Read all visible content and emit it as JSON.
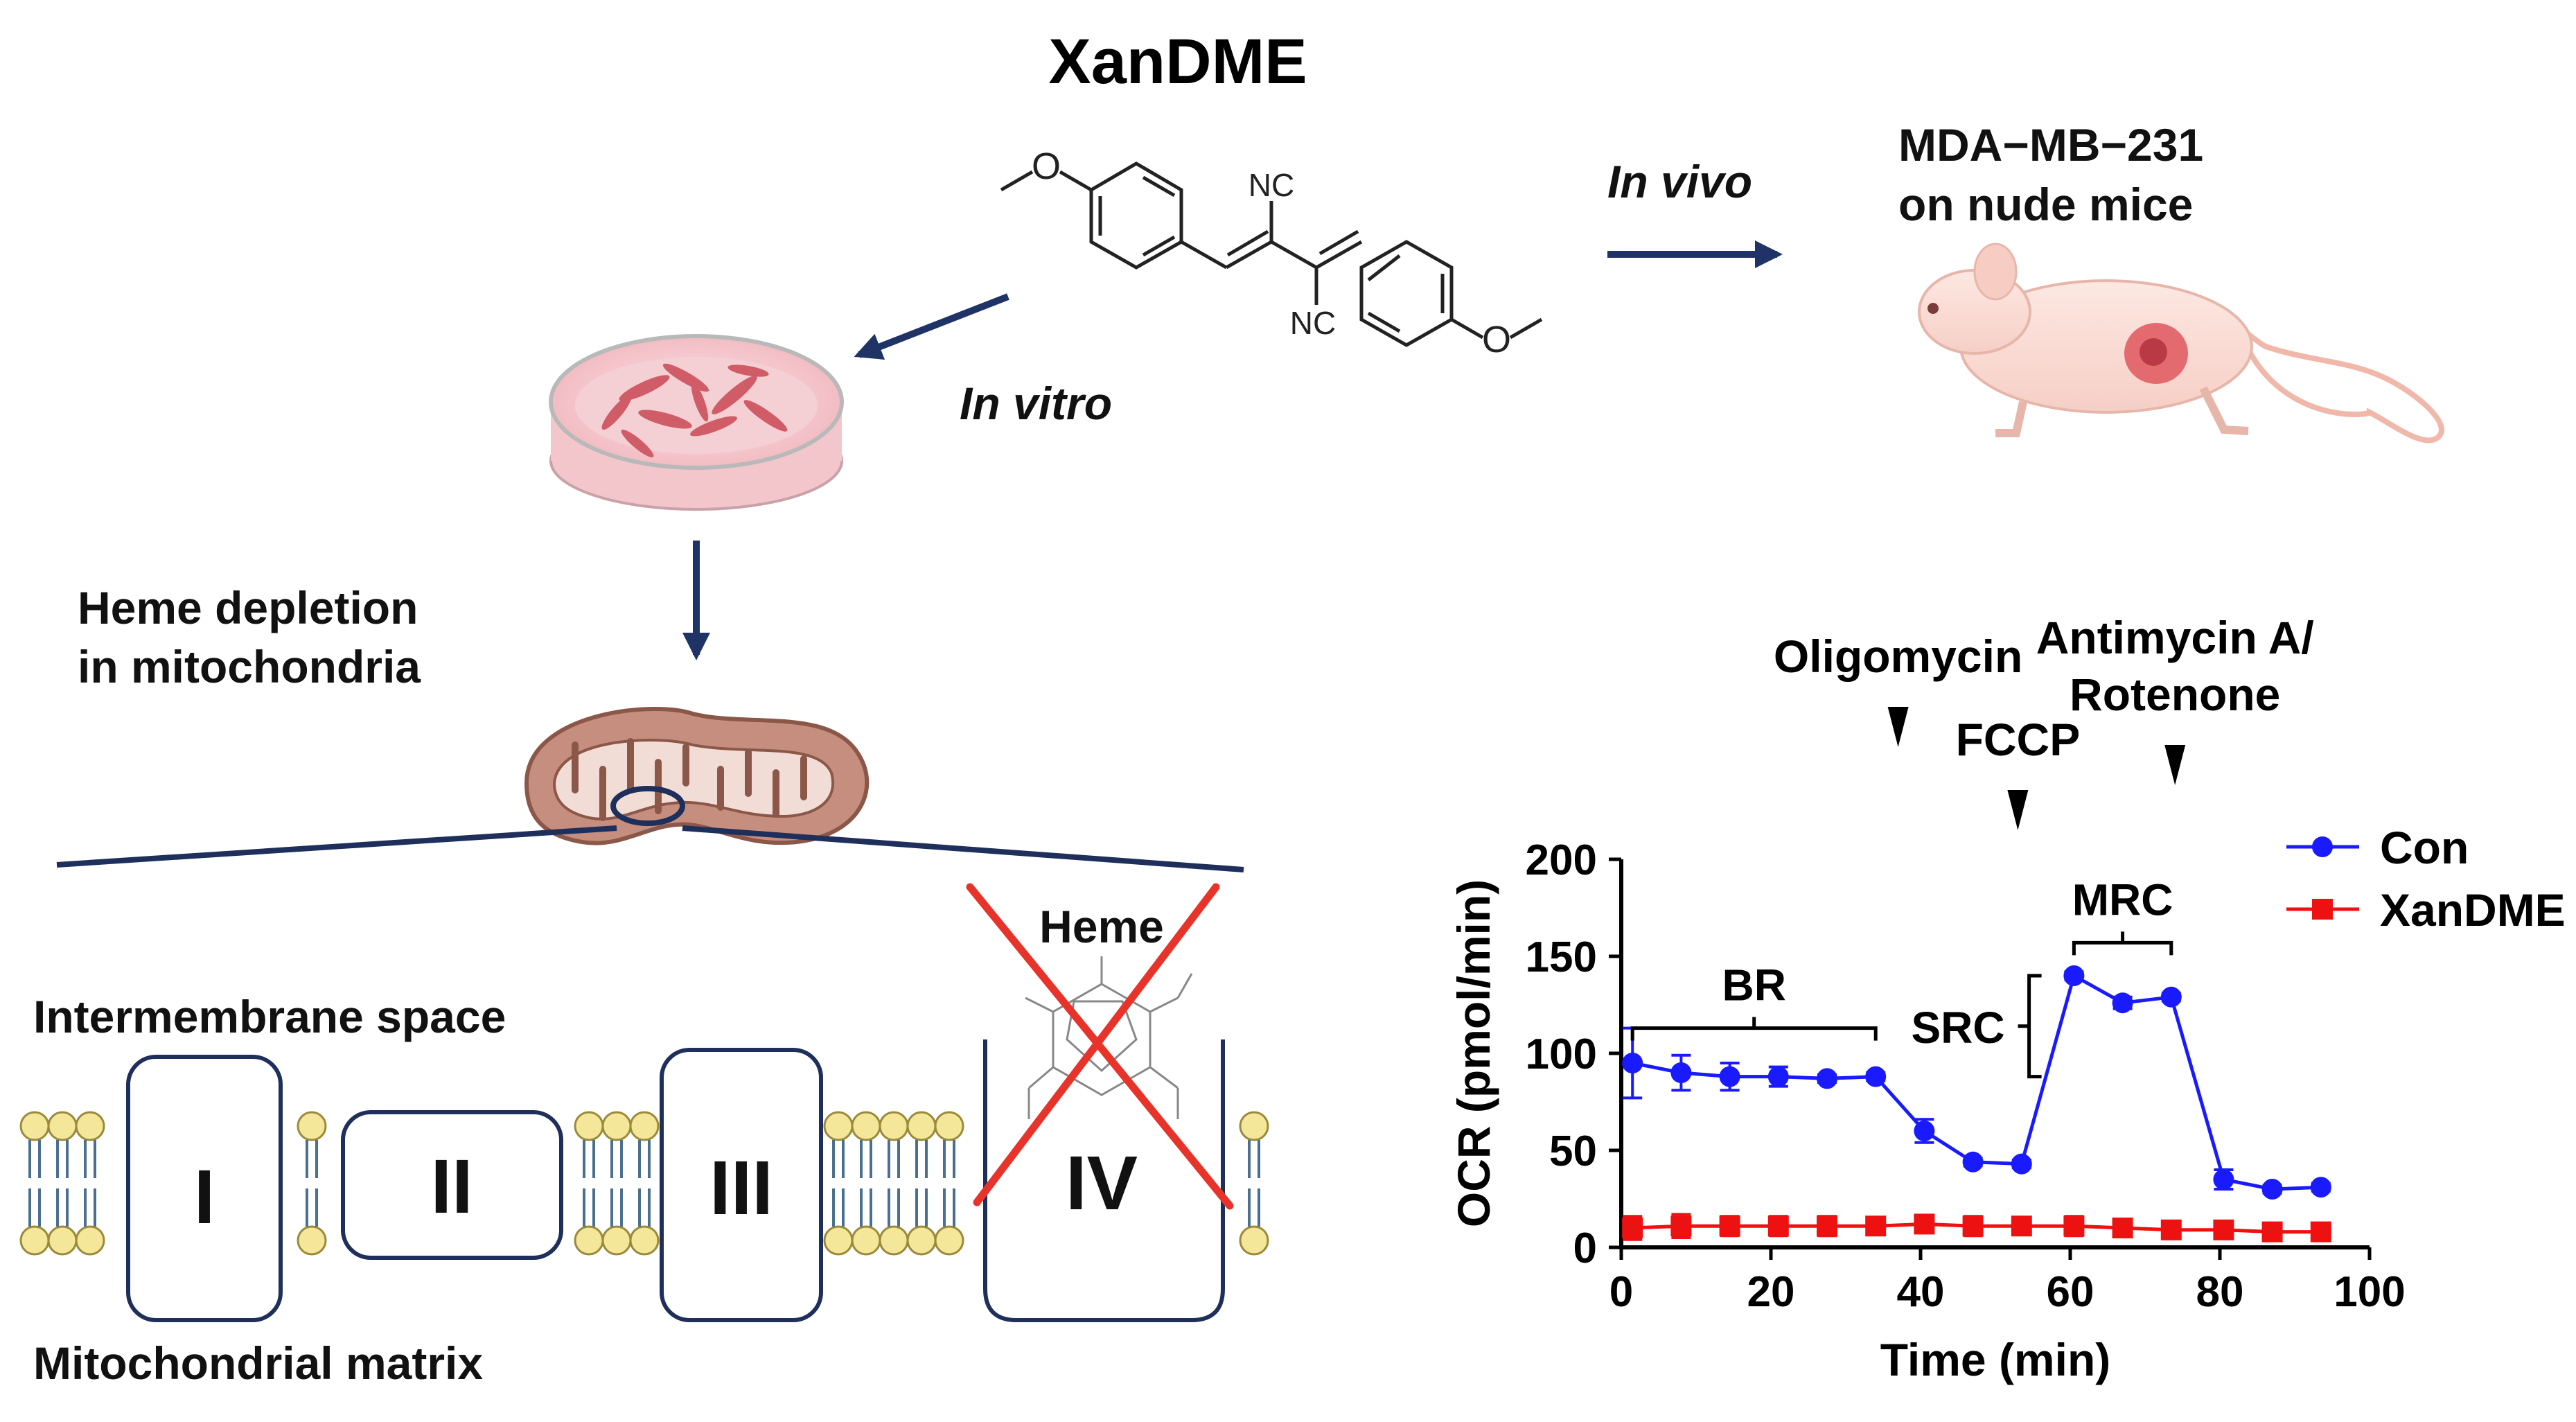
{
  "compound": {
    "name": "XanDME",
    "labels": {
      "methoxy_left": "O",
      "methoxy_right": "O",
      "nitrile_top": "NC",
      "nitrile_bottom": "NC"
    }
  },
  "routes": {
    "in_vivo": "In vivo",
    "in_vitro": "In vitro",
    "model_line1": "MDA−MB−231",
    "model_line2": "on nude mice"
  },
  "mechanism": {
    "heme_depletion_line1": "Heme depletion",
    "heme_depletion_line2": "in mitochondria",
    "intermembrane": "Intermembrane space",
    "matrix": "Mitochondrial matrix",
    "heme": "Heme",
    "complexes": [
      "I",
      "II",
      "III",
      "IV"
    ]
  },
  "colors": {
    "arrow": "#1f3366",
    "con": "#1a1aff",
    "xandme": "#ee1111",
    "lipid_head": "#f5e79a",
    "complex_border": "#1f2f5c",
    "mito_fill": "#c68e7e",
    "x_mark": "#e8332a"
  },
  "chart_data": {
    "type": "line",
    "xlabel": "Time (min)",
    "ylabel": "OCR (pmol/min)",
    "xlim": [
      0,
      100
    ],
    "ylim": [
      0,
      200
    ],
    "xticks": [
      0,
      20,
      40,
      60,
      80,
      100
    ],
    "yticks": [
      0,
      50,
      100,
      150,
      200
    ],
    "legend_position": "top-right",
    "series": [
      {
        "name": "Con",
        "marker": "circle",
        "x": [
          1.5,
          8,
          14.5,
          21,
          27.5,
          34,
          40.5,
          47,
          53.5,
          60.5,
          67,
          73.5,
          80.5,
          87,
          93.5
        ],
        "y": [
          95,
          90,
          88,
          88,
          87,
          88,
          60,
          44,
          43,
          140,
          126,
          129,
          35,
          30,
          31
        ],
        "err": [
          18,
          9,
          7,
          5,
          2,
          2,
          6,
          2,
          2,
          2,
          3,
          2,
          5,
          2,
          2
        ]
      },
      {
        "name": "XanDME",
        "marker": "square",
        "x": [
          1.5,
          8,
          14.5,
          21,
          27.5,
          34,
          40.5,
          47,
          53.5,
          60.5,
          67,
          73.5,
          80.5,
          87,
          93.5
        ],
        "y": [
          10,
          11,
          11,
          11,
          11,
          11,
          12,
          11,
          11,
          11,
          10,
          9,
          9,
          8,
          8
        ],
        "err": [
          6,
          6,
          5,
          5,
          5,
          4,
          4,
          5,
          4,
          5,
          3,
          2,
          2,
          2,
          2
        ]
      }
    ],
    "injections": [
      {
        "label_lines": [
          "Oligomycin"
        ],
        "x": 37
      },
      {
        "label_lines": [
          "FCCP"
        ],
        "x": 53
      },
      {
        "label_lines": [
          "Antimycin A/",
          "Rotenone"
        ],
        "x": 74
      }
    ],
    "annotations": [
      {
        "label": "BR",
        "x_from": 1.5,
        "x_to": 34,
        "y": 113
      },
      {
        "label": "MRC",
        "x_from": 60.5,
        "x_to": 73.5,
        "y": 157
      },
      {
        "label": "SRC",
        "y_from": 88,
        "y_to": 140,
        "x": 54.5
      }
    ]
  }
}
